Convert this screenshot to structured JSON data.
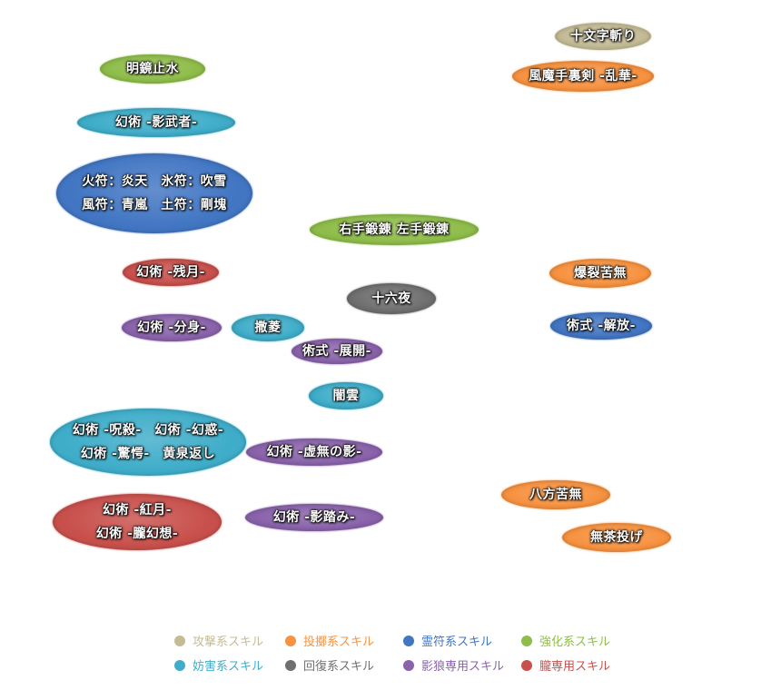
{
  "categories": [
    {
      "id": "attack",
      "label": "攻撃系スキル",
      "color": "#c4bc96"
    },
    {
      "id": "throw",
      "label": "投擲系スキル",
      "color": "#f79240"
    },
    {
      "id": "spirit",
      "label": "霊符系スキル",
      "color": "#4276c3"
    },
    {
      "id": "buff",
      "label": "強化系スキル",
      "color": "#8fbd4a"
    },
    {
      "id": "hinder",
      "label": "妨害系スキル",
      "color": "#3fadc9"
    },
    {
      "id": "heal",
      "label": "回復系スキル",
      "color": "#6f6f6f"
    },
    {
      "id": "wolf",
      "label": "影狼専用スキル",
      "color": "#8a63ab"
    },
    {
      "id": "oboro",
      "label": "朧専用スキル",
      "color": "#c8504c"
    }
  ],
  "skills": [
    {
      "id": "jumonji",
      "lines": [
        "十文字斬り"
      ],
      "category": "attack"
    },
    {
      "id": "fuuma",
      "lines": [
        "風魔手裏剣 -乱華-"
      ],
      "category": "throw"
    },
    {
      "id": "meikyou",
      "lines": [
        "明鏡止水"
      ],
      "category": "buff"
    },
    {
      "id": "kagemusha",
      "lines": [
        "幻術 -影武者-"
      ],
      "category": "hinder"
    },
    {
      "id": "fu",
      "lines": [
        "火符：炎天　氷符：吹雪",
        "風符：青嵐　土符：剛塊"
      ],
      "category": "spirit"
    },
    {
      "id": "tanren",
      "lines": [
        "右手鍛錬 左手鍛錬"
      ],
      "category": "buff"
    },
    {
      "id": "zangetsu",
      "lines": [
        "幻術 -残月-"
      ],
      "category": "oboro"
    },
    {
      "id": "bakuretsu",
      "lines": [
        "爆裂苦無"
      ],
      "category": "throw"
    },
    {
      "id": "izayoi",
      "lines": [
        "十六夜"
      ],
      "category": "heal"
    },
    {
      "id": "bunshin",
      "lines": [
        "幻術 -分身-"
      ],
      "category": "wolf"
    },
    {
      "id": "makibishi",
      "lines": [
        "撒菱"
      ],
      "category": "hinder"
    },
    {
      "id": "kaihou",
      "lines": [
        "術式 -解放-"
      ],
      "category": "spirit"
    },
    {
      "id": "tenkai",
      "lines": [
        "術式 -展開-"
      ],
      "category": "wolf"
    },
    {
      "id": "yamigumo",
      "lines": [
        "闇雲"
      ],
      "category": "hinder"
    },
    {
      "id": "jusatsu",
      "lines": [
        "幻術 -呪殺-　幻術 -幻惑-",
        "幻術 -驚愕-　黄泉返し"
      ],
      "category": "hinder"
    },
    {
      "id": "kyomu",
      "lines": [
        "幻術 -虚無の影-"
      ],
      "category": "wolf"
    },
    {
      "id": "happou",
      "lines": [
        "八方苦無"
      ],
      "category": "throw"
    },
    {
      "id": "kougetsu",
      "lines": [
        "幻術 -紅月-",
        "幻術 -朧幻想-"
      ],
      "category": "oboro"
    },
    {
      "id": "kagefumi",
      "lines": [
        "幻術 -影踏み-"
      ],
      "category": "wolf"
    },
    {
      "id": "mucha",
      "lines": [
        "無茶投げ"
      ],
      "category": "throw"
    }
  ]
}
